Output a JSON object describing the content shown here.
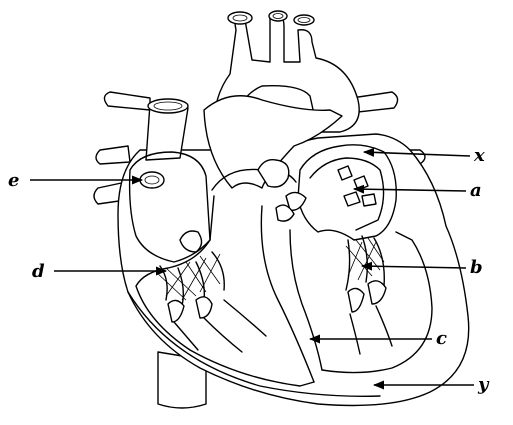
{
  "labels": {
    "x": "x",
    "a": "a",
    "b": "b",
    "c": "c",
    "y": "y",
    "e": "e",
    "d": "d"
  }
}
